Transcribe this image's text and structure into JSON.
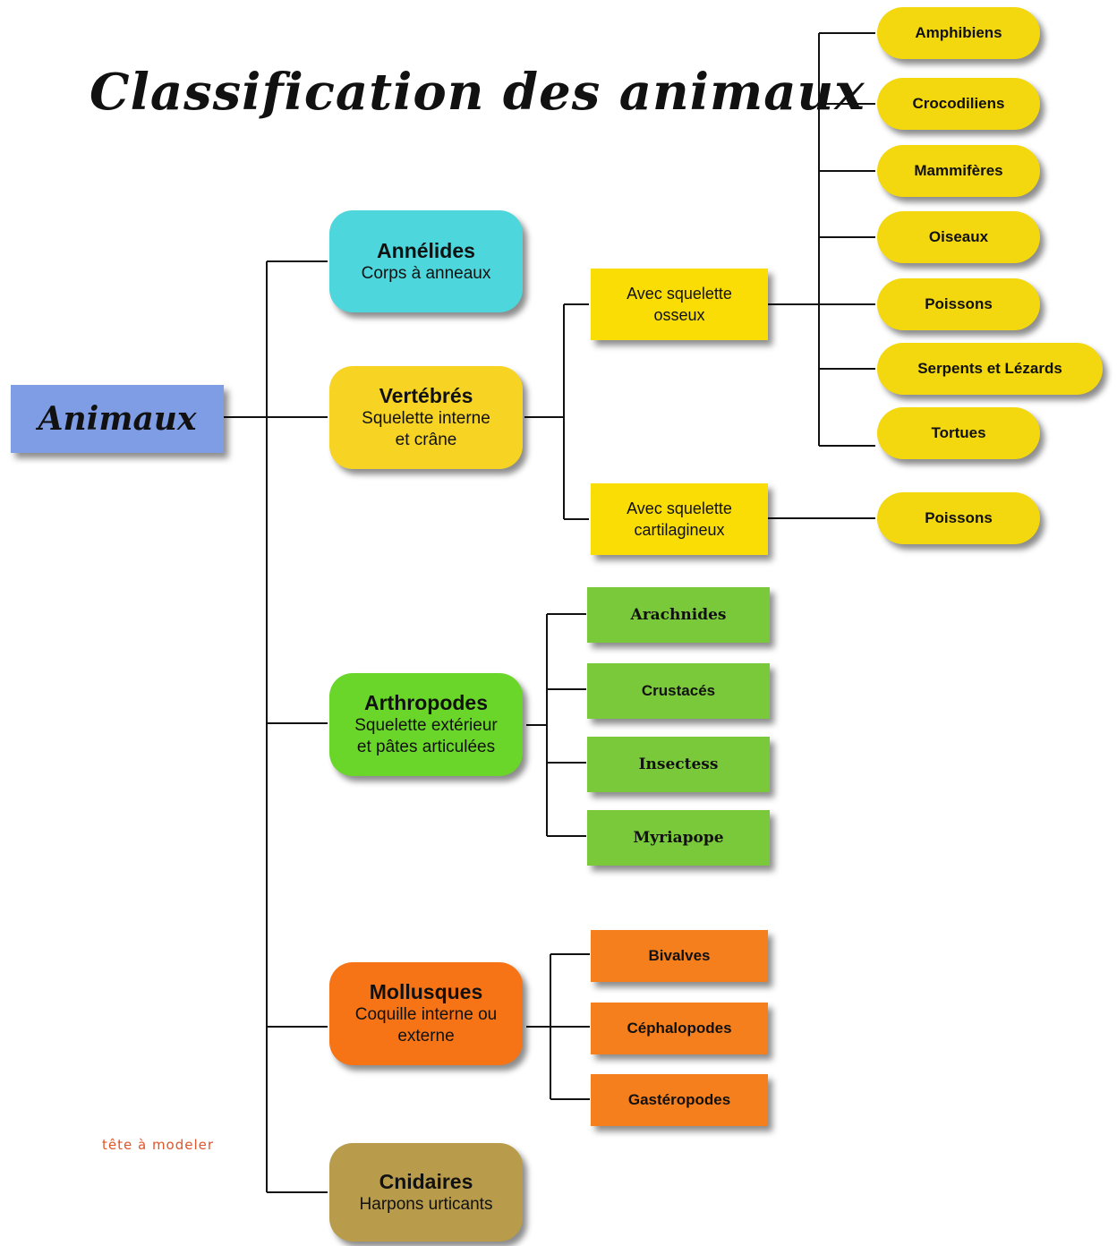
{
  "title": "Classification des animaux",
  "root": "Animaux",
  "colors": {
    "root": "#7f9de4",
    "annelides": "#4dd6db",
    "vertebres": "#f7d424",
    "sub_vertebres": "#fbdd06",
    "pills": "#f4d80f",
    "arthropodes": "#6bd62a",
    "arthropodes_leaves": "#7ac93a",
    "mollusques": "#f77416",
    "mollusques_leaves": "#f57e1d",
    "cnidaires": "#b89c4c"
  },
  "phyla": {
    "annelides": {
      "name": "Annélides",
      "desc": "Corps à anneaux"
    },
    "vertebres": {
      "name": "Vertébrés",
      "desc1": "Squelette interne",
      "desc2": "et crâne"
    },
    "arthropodes": {
      "name": "Arthropodes",
      "desc1": "Squelette extérieur",
      "desc2": "et pâtes articulées"
    },
    "mollusques": {
      "name": "Mollusques",
      "desc1": "Coquille interne ou",
      "desc2": "externe"
    },
    "cnidaires": {
      "name": "Cnidaires",
      "desc": "Harpons urticants"
    }
  },
  "vertebres_groups": {
    "osseux": {
      "line1": "Avec squelette",
      "line2": "osseux"
    },
    "cartilagineux": {
      "line1": "Avec squelette",
      "line2": "cartilagineux"
    }
  },
  "osseux_classes": [
    "Amphibiens",
    "Crocodiliens",
    "Mammifères",
    "Oiseaux",
    "Poissons",
    "Serpents et Lézards",
    "Tortues"
  ],
  "cartilagineux_classes": [
    "Poissons"
  ],
  "arthropodes_classes": [
    "Arachnides",
    "Crustacés",
    "Insectess",
    "Myriapope"
  ],
  "mollusques_classes": [
    "Bivalves",
    "Céphalopodes",
    "Gastéropodes"
  ],
  "logo_text": "tête à modeler"
}
